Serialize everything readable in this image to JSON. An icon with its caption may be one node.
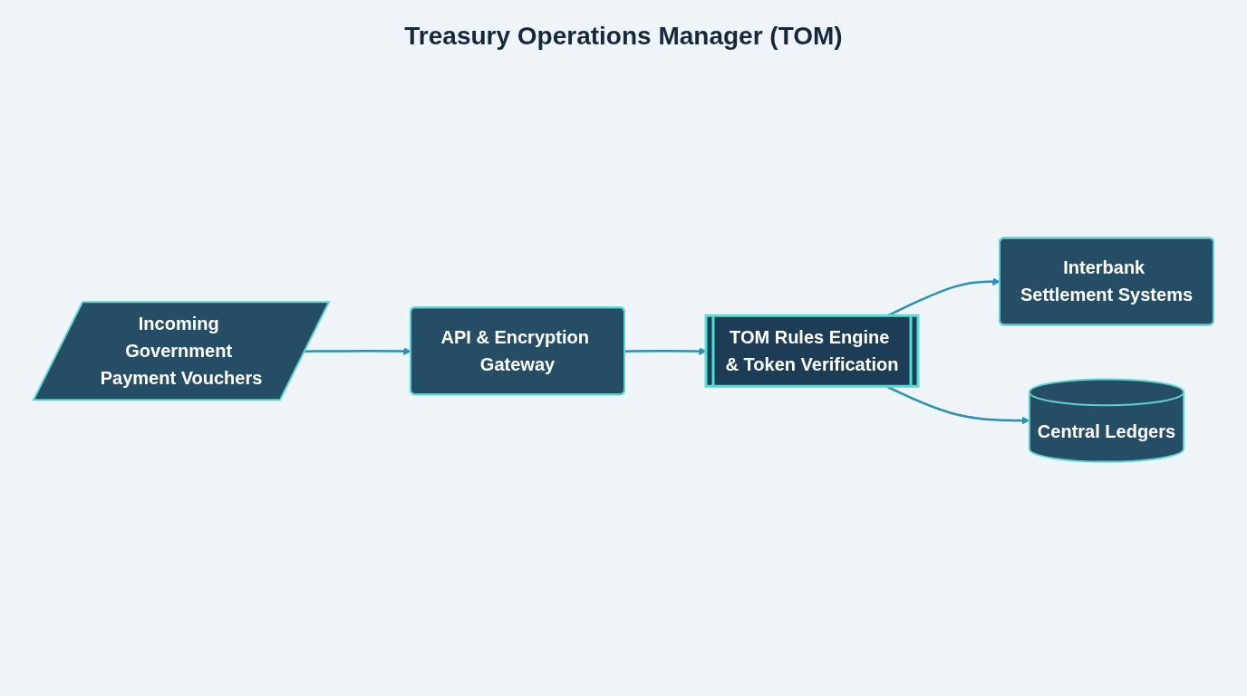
{
  "diagram": {
    "title": "Treasury Operations Manager (TOM)",
    "nodes": [
      {
        "text": [
          "Incoming Government Payment Vouchers"
        ]
      },
      {
        "text": [
          "API & Encryption Gateway"
        ]
      },
      {
        "text": [
          "TOM Rules Engine & Token Verification"
        ]
      },
      {
        "text": [
          "Interbank Settlement Systems"
        ]
      },
      {
        "text": [
          "Central Ledgers"
        ]
      }
    ],
    "edges": [
      {
        "from": 0,
        "to": 1,
        "arrow": "to"
      },
      {
        "from": 1,
        "to": 2,
        "arrow": "to"
      },
      {
        "from": 2,
        "to": 3,
        "arrow": "to"
      },
      {
        "from": 2,
        "to": 4,
        "arrow": "to"
      }
    ]
  }
}
